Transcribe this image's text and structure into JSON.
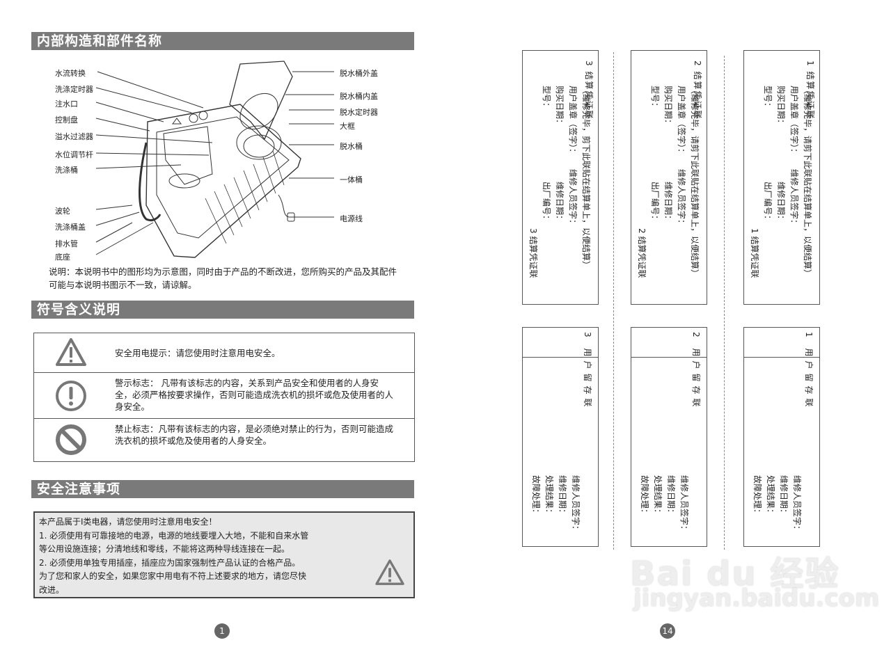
{
  "left_page": {
    "section1": {
      "title": "内部构造和部件名称",
      "labels_left": [
        "水流转换",
        "洗涤定时器",
        "注水口",
        "控制盘",
        "溢水过滤器",
        "水位调节杆",
        "洗涤桶",
        "波轮",
        "洗涤桶盖",
        "排水管",
        "底座"
      ],
      "labels_right": [
        "脱水桶外盖",
        "脱水桶内盖",
        "脱水定时器",
        "大框",
        "脱水桶",
        "一体桶",
        "电源线"
      ],
      "note": "说明：本说明书中的图形均为示意图，同时由于产品的不断改进，您所购买的产品及其配件可能与本说明书图示不一致，请谅解。"
    },
    "section2": {
      "title": "符号含义说明",
      "rows": [
        {
          "icon": "warning-triangle-icon",
          "text": "安全用电提示：请您使用时注意用电安全。"
        },
        {
          "icon": "exclamation-circle-icon",
          "text": "警示标志：  凡带有该标志的内容，关系到产品安全和使用者的人身安全，必须严格按要求操作，否则可能造成洗衣机的损坏或危及使用者的人身安全。"
        },
        {
          "icon": "prohibited-icon",
          "text": "禁止标志：凡带有该标志的内容，是必须绝对禁止的行为，否则可能造成洗衣机的损坏或危及使用者的人身安全。"
        }
      ]
    },
    "section3": {
      "title": "安全注意事项",
      "lines": [
        "本产品属于I类电器，请您使用时注意用电安全！",
        "1. 必须使用有可靠接地的电源，电源的地线要埋入大地，不能和自来水管",
        "等公用设施连接；分清地线和零线，不能将这两种导线连接在一起。",
        "2. 必须使用单独专用插座，插座应为国家强制性产品认证的合格产品。",
        "为了您和家人的安全，如果您家中用电有不符上述要求的地方，请您尽快",
        "改进。"
      ]
    },
    "page_number": "1"
  },
  "right_page": {
    "cards": [
      {
        "num": "3",
        "settlement": {
          "header": "3  结算凭证联",
          "side_title": "3 结算凭证联",
          "col1": [
            "型号：",
            "购买日期：",
            "用户盖章（签字）："
          ],
          "col2": [
            "出厂编号：",
            "维修日期：",
            "维修人员签字："
          ],
          "footer": "（维修完毕，剪下此联贴在结算单上，以便结算）"
        },
        "user_copy": {
          "side_title": "3 用户留存联",
          "fields": [
            "故障处理：",
            "处理结果：",
            "维修日期：",
            "维修人员签字："
          ]
        }
      },
      {
        "num": "2",
        "settlement": {
          "header": "2  结算凭证联",
          "side_title": "2 结算凭证联",
          "col1": [
            "型号：",
            "购买日期：",
            "用户盖章（签字）："
          ],
          "col2": [
            "出厂编号：",
            "维修日期：",
            "维修人员签字："
          ],
          "footer": "（维修完毕，请剪下此联贴在结算单上，以便结算）"
        },
        "user_copy": {
          "side_title": "2 用户留存联",
          "fields": [
            "故障处理：",
            "处理结果：",
            "维修日期：",
            "维修人员签字："
          ]
        }
      },
      {
        "num": "1",
        "settlement": {
          "header": "1  结算凭证联",
          "side_title": "1 结算凭证联",
          "col1": [
            "型号：",
            "购买日期：",
            "用户盖章（签字）："
          ],
          "col2": [
            "出厂编号：",
            "维修日期：",
            "维修人员签字："
          ],
          "footer": "（维修完毕，请剪下此联贴在结算单上，以便结算）"
        },
        "user_copy": {
          "side_title": "1 用户留存联",
          "fields": [
            "故障处理：",
            "处理结果：",
            "维修日期：",
            "维修人员签字："
          ]
        }
      }
    ],
    "page_number": "14"
  },
  "watermark": {
    "brand": "Bai du 经验",
    "url": "jingyan.baidu.com"
  }
}
